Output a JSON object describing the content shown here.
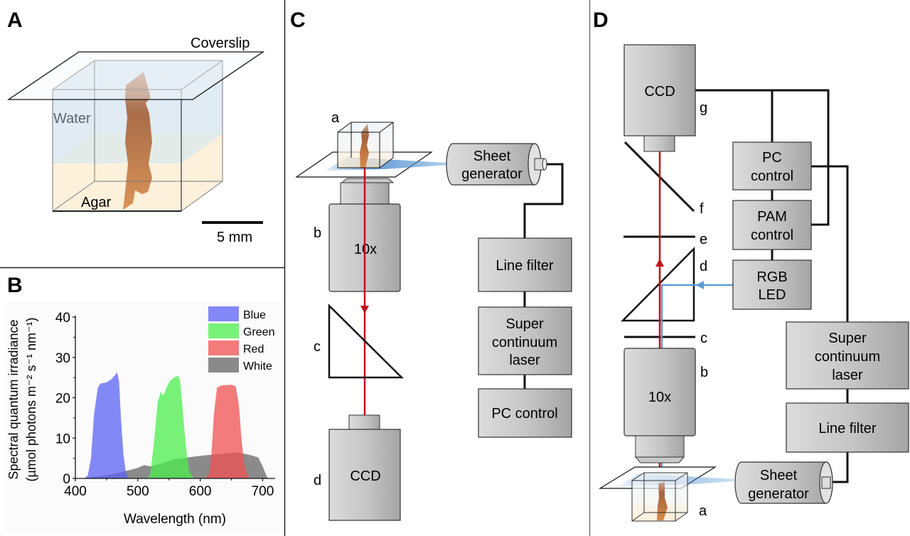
{
  "panels": {
    "A": {
      "letter": "A",
      "labels": {
        "coverslip": "Coverslip",
        "water": "Water",
        "agar": "Agar",
        "scale_bar": "5 mm"
      }
    },
    "B": {
      "letter": "B"
    },
    "C": {
      "letter": "C",
      "components": {
        "a": "a",
        "b": "b",
        "c": "c",
        "d": "d",
        "objective": "10x",
        "ccd": "CCD",
        "sheet_generator_line1": "Sheet",
        "sheet_generator_line2": "generator",
        "line_filter": "Line filter",
        "laser_line1": "Super",
        "laser_line2": "continuum",
        "laser_line3": "laser",
        "pc_control": "PC control"
      }
    },
    "D": {
      "letter": "D",
      "components": {
        "a": "a",
        "b": "b",
        "c": "c",
        "d": "d",
        "e": "e",
        "f": "f",
        "g": "g",
        "ccd": "CCD",
        "objective": "10x",
        "pc_line1": "PC",
        "pc_line2": "control",
        "pam_line1": "PAM",
        "pam_line2": "control",
        "rgb_line1": "RGB",
        "rgb_line2": "LED",
        "laser_line1": "Super",
        "laser_line2": "continuum",
        "laser_line3": "laser",
        "line_filter": "Line filter",
        "sheet_generator_line1": "Sheet",
        "sheet_generator_line2": "generator"
      }
    }
  },
  "colors": {
    "beam_red": "#c0121a",
    "beam_blue": "#5b9bd5",
    "box_fill_light": "#e0e0e0",
    "box_fill_dark": "#a8a8a8",
    "water": "#dde9f3",
    "agar": "#fdf1dc",
    "tissue": "#a5623a"
  },
  "chart_data": {
    "type": "area",
    "title": "",
    "xlabel": "Wavelength (nm)",
    "ylabel_line1": "Spectral quantum irradiance",
    "ylabel_line2": "(µmol photons m⁻² s⁻¹ nm⁻¹)",
    "xlim": [
      400,
      720
    ],
    "ylim": [
      0,
      40
    ],
    "xticks": [
      400,
      500,
      600,
      700
    ],
    "yticks": [
      0,
      10,
      20,
      30,
      40
    ],
    "legend_position": "top-right",
    "grid": false,
    "series": [
      {
        "name": "White",
        "color": "#6e6e6e",
        "opacity": 0.8,
        "points": [
          [
            410,
            0
          ],
          [
            420,
            0.2
          ],
          [
            440,
            0.6
          ],
          [
            460,
            1.0
          ],
          [
            480,
            1.8
          ],
          [
            500,
            2.6
          ],
          [
            510,
            3.3
          ],
          [
            520,
            3.0
          ],
          [
            540,
            3.8
          ],
          [
            560,
            4.8
          ],
          [
            580,
            5.2
          ],
          [
            600,
            5.6
          ],
          [
            620,
            5.9
          ],
          [
            640,
            6.2
          ],
          [
            660,
            6.5
          ],
          [
            680,
            5.8
          ],
          [
            693,
            5.2
          ],
          [
            700,
            3.0
          ],
          [
            707,
            0.3
          ],
          [
            710,
            0
          ]
        ]
      },
      {
        "name": "Blue",
        "color": "#5b62f5",
        "opacity": 0.75,
        "points": [
          [
            415,
            0
          ],
          [
            420,
            0.8
          ],
          [
            425,
            5
          ],
          [
            430,
            16
          ],
          [
            436,
            22.5
          ],
          [
            440,
            23.5
          ],
          [
            450,
            23.8
          ],
          [
            457,
            24.5
          ],
          [
            463,
            25.5
          ],
          [
            467,
            26.3
          ],
          [
            470,
            24
          ],
          [
            473,
            15
          ],
          [
            477,
            6
          ],
          [
            481,
            1.5
          ],
          [
            485,
            0.2
          ],
          [
            490,
            0
          ]
        ]
      },
      {
        "name": "Green",
        "color": "#4cee4c",
        "opacity": 0.75,
        "points": [
          [
            515,
            0
          ],
          [
            520,
            1
          ],
          [
            526,
            9
          ],
          [
            532,
            19
          ],
          [
            537,
            21.5
          ],
          [
            541,
            20.5
          ],
          [
            546,
            22.5
          ],
          [
            552,
            24.3
          ],
          [
            560,
            25.2
          ],
          [
            565,
            25.4
          ],
          [
            568,
            24
          ],
          [
            572,
            17
          ],
          [
            577,
            8
          ],
          [
            582,
            2
          ],
          [
            588,
            0.3
          ],
          [
            592,
            0
          ]
        ]
      },
      {
        "name": "Red",
        "color": "#f05050",
        "opacity": 0.75,
        "points": [
          [
            608,
            0
          ],
          [
            614,
            1
          ],
          [
            618,
            6
          ],
          [
            622,
            16
          ],
          [
            627,
            22.5
          ],
          [
            635,
            23.1
          ],
          [
            650,
            23.2
          ],
          [
            657,
            22.8
          ],
          [
            662,
            18
          ],
          [
            666,
            10
          ],
          [
            670,
            4
          ],
          [
            675,
            1
          ],
          [
            680,
            0
          ]
        ]
      }
    ]
  }
}
